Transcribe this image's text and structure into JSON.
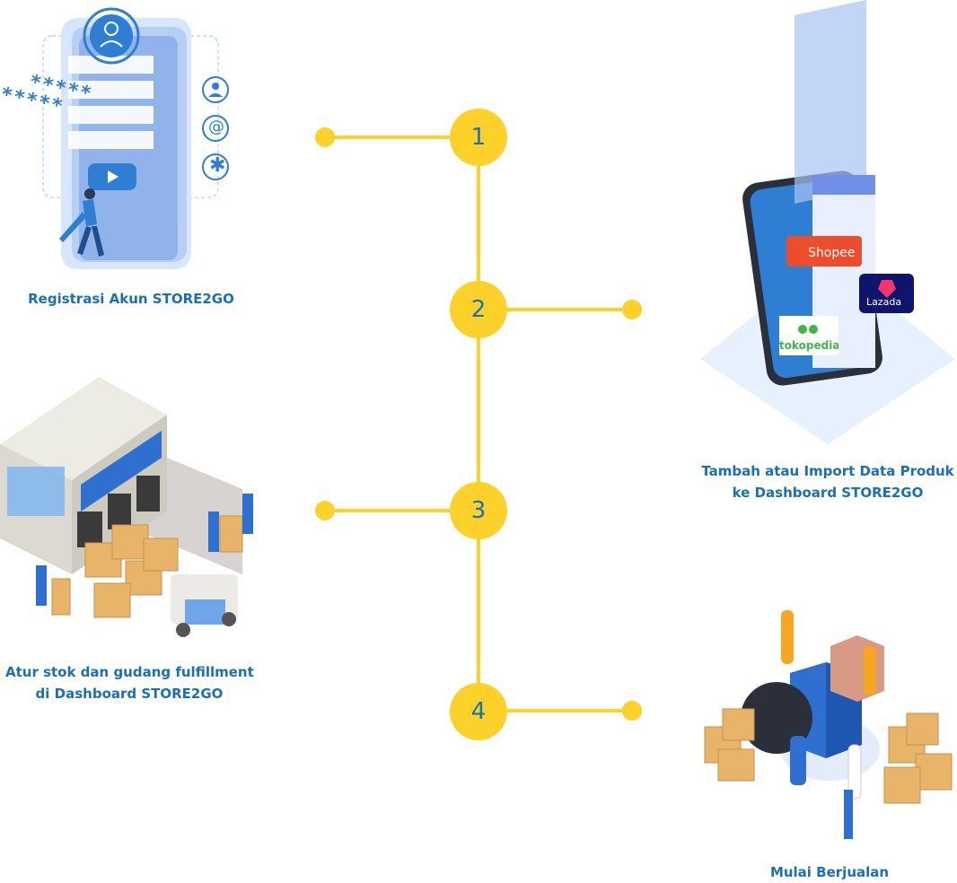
{
  "colors": {
    "accent": "#fcd12a",
    "caption": "#1a6fb5",
    "connector": "#fcd12a"
  },
  "steps": [
    {
      "number": "1",
      "lines": [
        "Registrasi Akun STORE2GO"
      ]
    },
    {
      "number": "2",
      "lines": [
        "Tambah atau Import Data Produk",
        "ke Dashboard STORE2GO"
      ]
    },
    {
      "number": "3",
      "lines": [
        "Atur stok dan gudang fulfillment",
        "di Dashboard STORE2GO"
      ]
    },
    {
      "number": "4",
      "lines": [
        "Mulai Berjualan"
      ]
    }
  ],
  "illustrations": {
    "registration": {
      "password_mask_1": "*****",
      "password_mask_2": "*****"
    },
    "marketplaces": {
      "shopee": "Shopee",
      "lazada": "Lazada",
      "tokopedia": "tokopedia"
    }
  }
}
